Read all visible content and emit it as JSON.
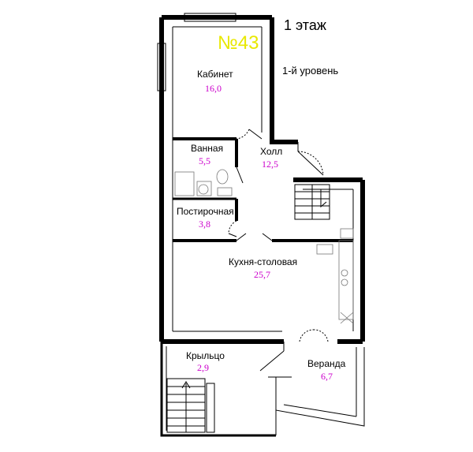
{
  "header": {
    "floor": "1 этаж",
    "level": "1-й уровень",
    "apartment_number": "№43"
  },
  "rooms": [
    {
      "name": "Кабинет",
      "area": "16,0"
    },
    {
      "name": "Ванная",
      "area": "5,5"
    },
    {
      "name": "Холл",
      "area": "12,5"
    },
    {
      "name": "Постирочная",
      "area": "3,8"
    },
    {
      "name": "Кухня-столовая",
      "area": "25,7"
    },
    {
      "name": "Крыльцо",
      "area": "2,9"
    },
    {
      "name": "Веранда",
      "area": "6,7"
    }
  ],
  "colors": {
    "walls": "#000000",
    "area_text": "#cc00cc",
    "number_badge": "#e8e800"
  }
}
